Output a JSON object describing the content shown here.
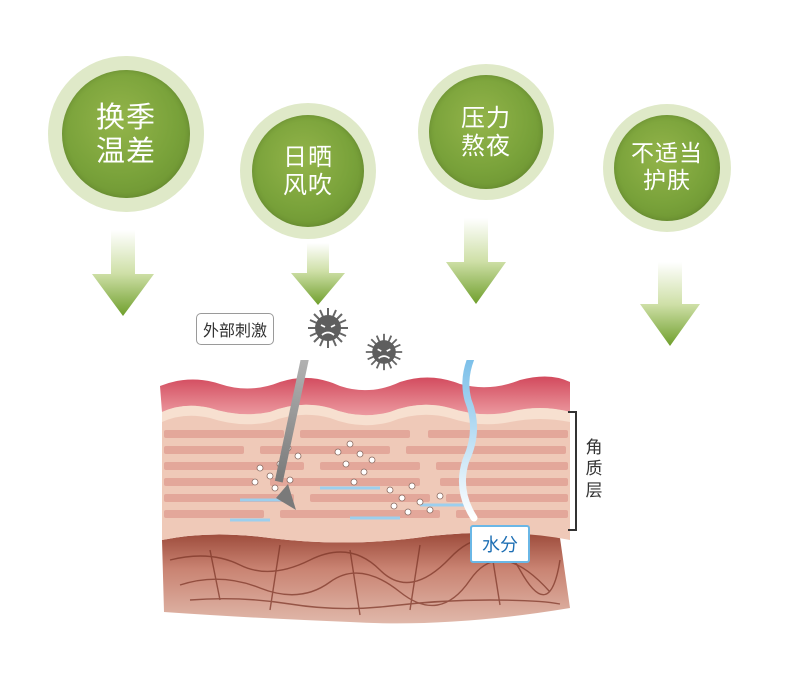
{
  "factors": [
    {
      "lines": [
        "换季",
        "温差"
      ]
    },
    {
      "lines": [
        "日晒",
        "风吹"
      ]
    },
    {
      "lines": [
        "压力",
        "熬夜"
      ]
    },
    {
      "lines": [
        "不适当",
        "护肤"
      ]
    }
  ],
  "labels": {
    "external_stimulus": "外部刺激",
    "water": "水分",
    "stratum_corneum": [
      "角",
      "质",
      "层"
    ]
  },
  "colors": {
    "bubble_green": "#79a23a",
    "arrow_green": "#6f9f2c",
    "water_blue": "#6ab7e6",
    "skin_pink": "#e3a79a",
    "skin_top_red": "#c9455a"
  },
  "icons": [
    "germ-icon",
    "germ-icon",
    "down-arrow-icon",
    "up-arrow-icon"
  ]
}
